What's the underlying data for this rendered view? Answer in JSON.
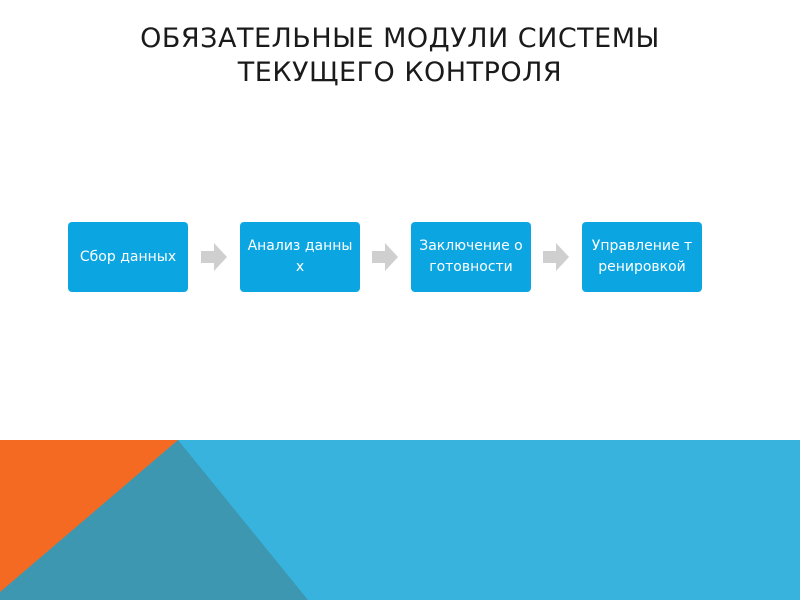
{
  "slide": {
    "title_line1": "ОБЯЗАТЕЛЬНЫЕ МОДУЛИ СИСТЕМЫ",
    "title_line2": "ТЕКУЩЕГО КОНТРОЛЯ"
  },
  "flow": {
    "steps": [
      {
        "label": "Сбор данных"
      },
      {
        "label": "Анализ данных"
      },
      {
        "label": "Заключение о готовности"
      },
      {
        "label": "Управление тренировкой"
      }
    ]
  },
  "colors": {
    "box": "#0ba6e2",
    "arrow": "#cfcfcf",
    "band_blue": "#38b3de",
    "band_dark": "#3d97b0",
    "band_orange": "#f46a22"
  }
}
